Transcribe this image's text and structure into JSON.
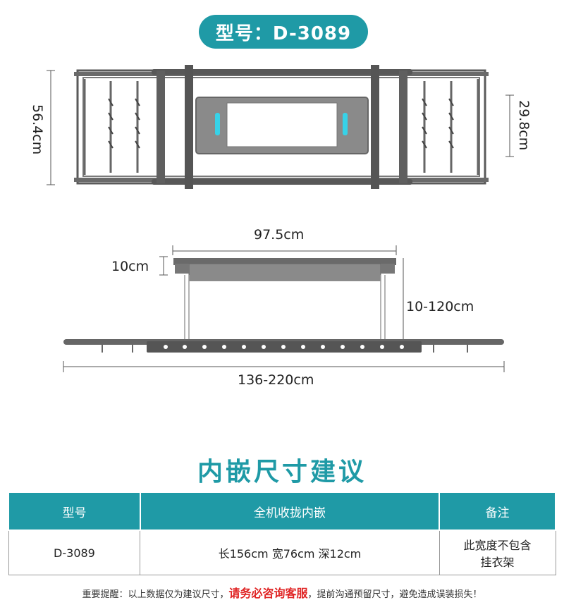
{
  "header": {
    "model": "型号：D-3089"
  },
  "top_view": {
    "depth": "56.4cm",
    "inner_depth": "29.8cm"
  },
  "side_view": {
    "top_width": "97.5cm",
    "box_height": "10cm",
    "lift_range": "10-120cm",
    "rod_length": "136-220cm"
  },
  "section": {
    "title": "内嵌尺寸建议"
  },
  "table": {
    "headers": [
      "型号",
      "全机收拢内嵌",
      "备注"
    ],
    "row": {
      "model": "D-3089",
      "size": "长156cm 宽76cm 深12cm",
      "remark_line1": "此宽度不包含",
      "remark_line2": "挂衣架"
    }
  },
  "note": {
    "prefix": "重要提醒：以上数据仅为建议尺寸，",
    "highlight": "请务必咨询客服",
    "suffix": "，提前沟通预留尺寸，避免造成误装损失！"
  },
  "colors": {
    "accent": "#1f9aa6",
    "warning": "#e02424",
    "frame": "#5a5a5a"
  }
}
